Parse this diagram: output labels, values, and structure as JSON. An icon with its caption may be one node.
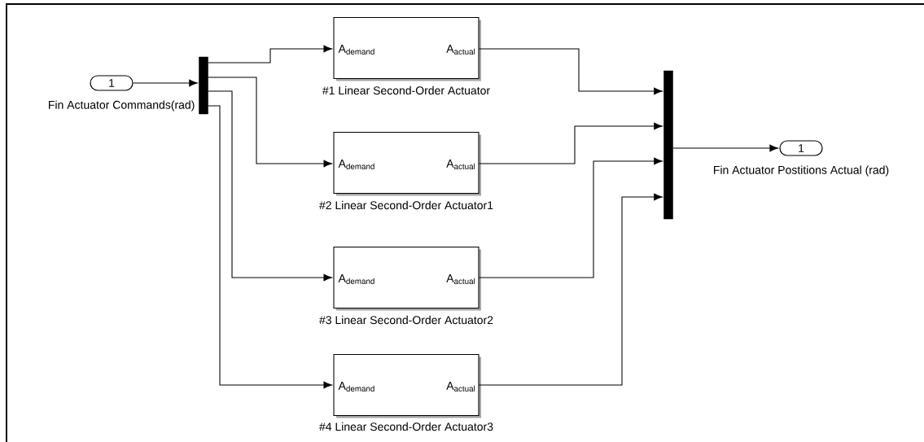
{
  "diagram": {
    "nodes": [
      {
        "text": [
          "1"
        ],
        "beside": [
          "Fin Actuator Commands(rad)"
        ]
      },
      {
        "text": [],
        "shape": "bar"
      },
      {
        "text": [
          "A$_{demand}$",
          "A$_{actual}$"
        ],
        "beside": [
          "#1 Linear Second-Order Actuator"
        ]
      },
      {
        "text": [
          "A$_{demand}$",
          "A$_{actual}$"
        ],
        "beside": [
          "#2 Linear Second-Order Actuator1"
        ]
      },
      {
        "text": [
          "A$_{demand}$",
          "A$_{actual}$"
        ],
        "beside": [
          "#3 Linear Second-Order Actuator2"
        ]
      },
      {
        "text": [
          "A$_{demand}$",
          "A$_{actual}$"
        ],
        "beside": [
          "#4 Linear Second-Order Actuator3"
        ]
      },
      {
        "text": [],
        "shape": "bar"
      },
      {
        "text": [
          "1"
        ],
        "beside": [
          "Fin Actuator Postitions Actual (rad)"
        ]
      }
    ],
    "edges": [
      {
        "from": 0,
        "to": 1,
        "arrow": "to"
      },
      {
        "from": 1,
        "to": 2,
        "arrow": "to"
      },
      {
        "from": 1,
        "to": 3,
        "arrow": "to"
      },
      {
        "from": 1,
        "to": 4,
        "arrow": "to"
      },
      {
        "from": 1,
        "to": 5,
        "arrow": "to"
      },
      {
        "from": 2,
        "to": 6,
        "arrow": "to"
      },
      {
        "from": 3,
        "to": 6,
        "arrow": "to"
      },
      {
        "from": 4,
        "to": 6,
        "arrow": "to"
      },
      {
        "from": 5,
        "to": 6,
        "arrow": "to"
      },
      {
        "from": 6,
        "to": 7,
        "arrow": "to"
      }
    ]
  }
}
